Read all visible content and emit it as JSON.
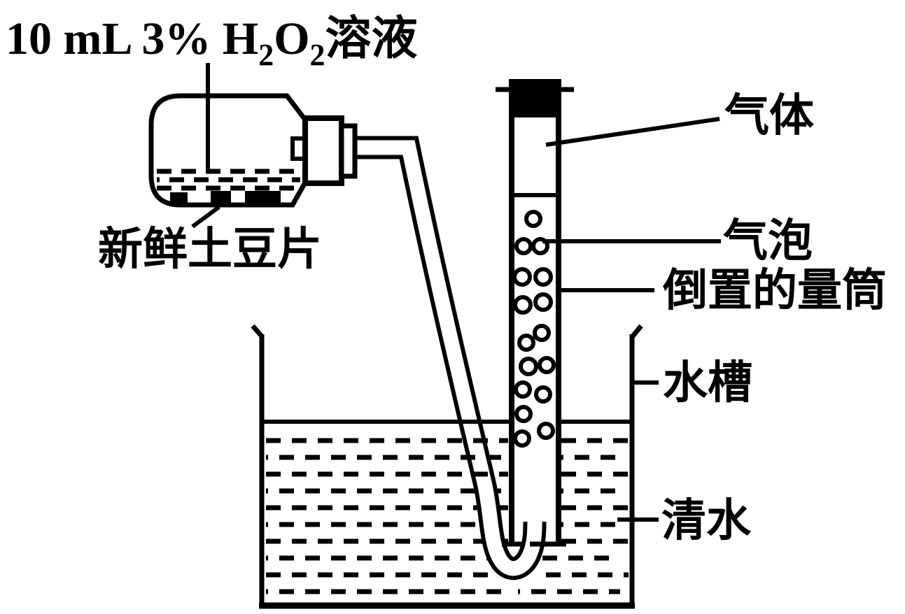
{
  "diagram_title": "enzyme gas collection experiment diagram",
  "labels": {
    "solution_label": {
      "p1": "10 mL 3% H",
      "p2": "2",
      "p3": "O",
      "p4": "2",
      "p5": "溶液"
    },
    "potato_label": "新鲜土豆片",
    "gas_label": "气体",
    "bubbles_label": "气泡",
    "cylinder_label": "倒置的量筒",
    "trough_label": "水槽",
    "water_label": "清水"
  },
  "colors": {
    "ink": "#000000",
    "background": "#ffffff"
  }
}
